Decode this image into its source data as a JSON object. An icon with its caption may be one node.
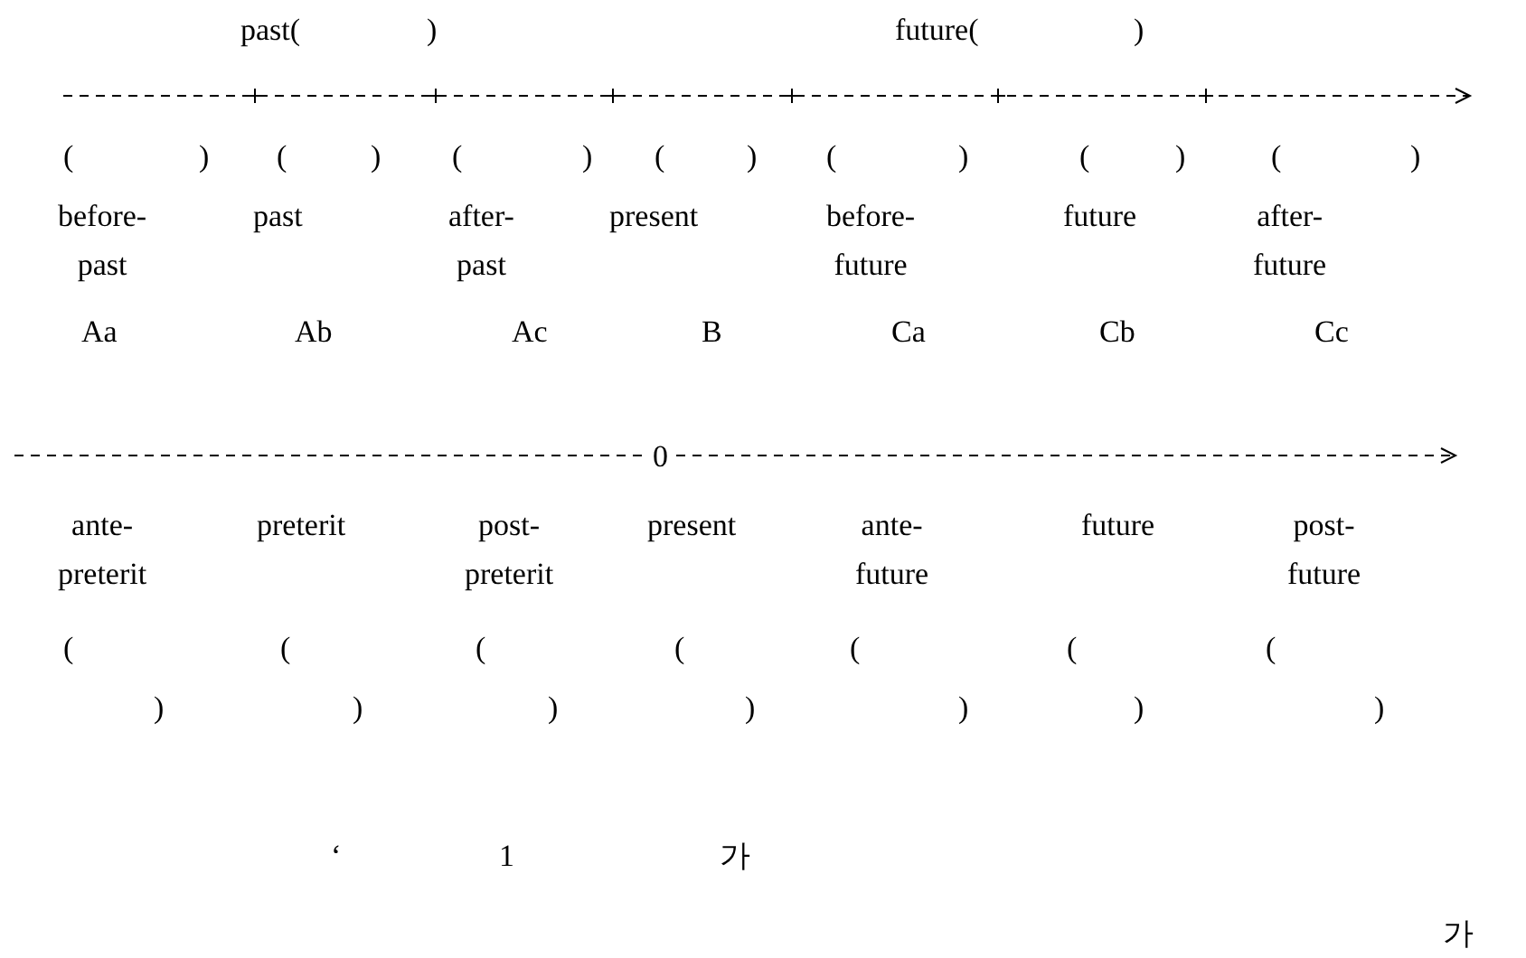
{
  "diagram": {
    "labels": [
      "past(",
      ")",
      "future(",
      ")",
      "(",
      ")",
      "(",
      ")",
      "(",
      ")",
      "(",
      ")",
      "(",
      ")",
      "(",
      ")",
      "(",
      ")",
      "before- past",
      "past",
      "after- past",
      "present",
      "before- future",
      "future",
      "after- future",
      "Aa",
      "Ab",
      "Ac",
      "B",
      "Ca",
      "Cb",
      "Cc",
      "0",
      "ante- preterit",
      "preterit",
      "post- preterit",
      "present",
      "ante- future",
      "future",
      "post- future",
      "(",
      "(",
      "(",
      "(",
      "(",
      "(",
      "(",
      ")",
      ")",
      ")",
      ")",
      ")",
      ")",
      ")",
      "‘",
      "1",
      "가",
      "가"
    ]
  }
}
